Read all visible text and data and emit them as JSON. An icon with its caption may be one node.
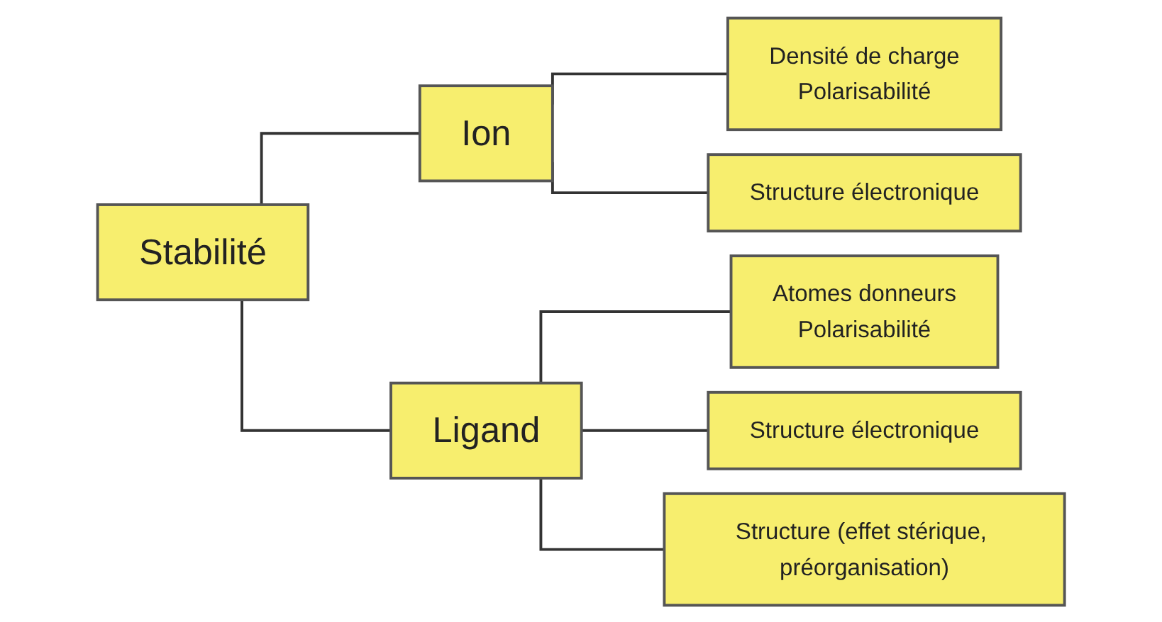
{
  "diagram": {
    "nodes": [
      {
        "text": [
          "Stabilité"
        ]
      },
      {
        "text": [
          "Ion"
        ]
      },
      {
        "text": [
          "Ligand"
        ]
      },
      {
        "text": [
          "Densité de charge",
          "Polarisabilité"
        ]
      },
      {
        "text": [
          "Structure électronique"
        ]
      },
      {
        "text": [
          "Atomes donneurs",
          "Polarisabilité"
        ]
      },
      {
        "text": [
          "Structure électronique"
        ]
      },
      {
        "text": [
          "Structure (effet stérique, préorganisation)"
        ]
      }
    ],
    "edges": [
      {
        "from": 0,
        "to": 1,
        "arrow": "none"
      },
      {
        "from": 0,
        "to": 2,
        "arrow": "none"
      },
      {
        "from": 1,
        "to": 3,
        "arrow": "none"
      },
      {
        "from": 1,
        "to": 4,
        "arrow": "none"
      },
      {
        "from": 2,
        "to": 5,
        "arrow": "none"
      },
      {
        "from": 2,
        "to": 6,
        "arrow": "none"
      },
      {
        "from": 2,
        "to": 7,
        "arrow": "none"
      }
    ]
  }
}
